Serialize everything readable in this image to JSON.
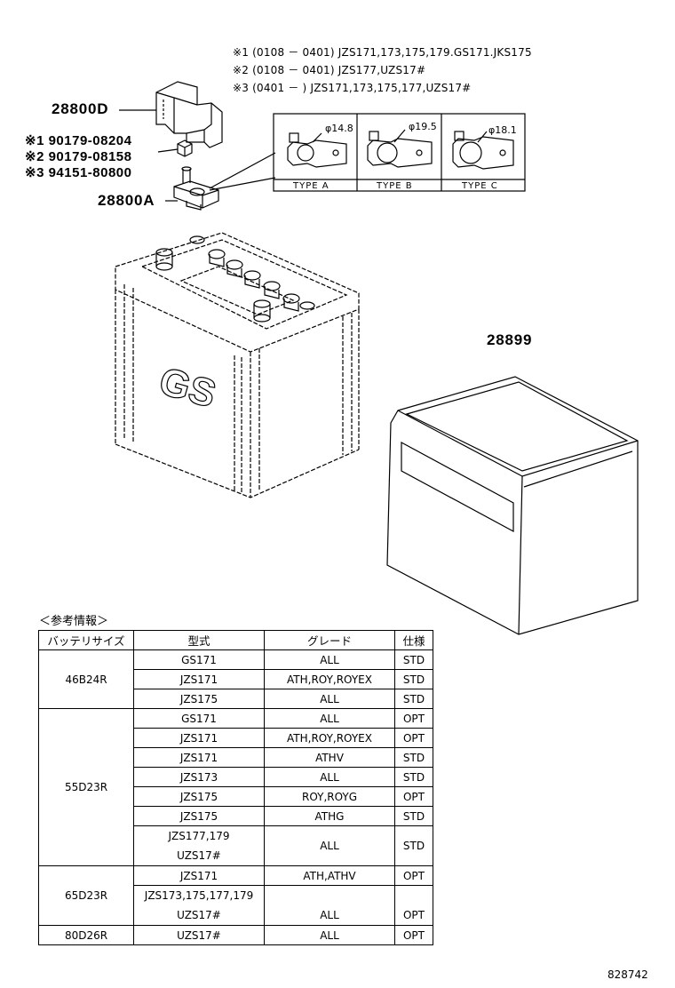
{
  "notes": [
    "※1 (0108 － 0401) JZS171,173,175,179.GS171.JKS175",
    "※2 (0108 － 0401) JZS177,UZS17#",
    "※3 (0401 －     ) JZS171,173,175,177,UZS17#"
  ],
  "parts": {
    "p28800D": "28800D",
    "p28800A": "28800A",
    "p28899": "28899",
    "bolt1": "※1  90179-08204",
    "bolt2": "※2  90179-08158",
    "bolt3": "※3  94151-80800"
  },
  "terminal_types": [
    {
      "label": "TYPE A",
      "diameter": "φ14.8"
    },
    {
      "label": "TYPE B",
      "diameter": "φ19.5"
    },
    {
      "label": "TYPE C",
      "diameter": "φ18.1"
    }
  ],
  "battery_logo": "GS",
  "reference": {
    "caption": "＜参考情報＞",
    "headers": [
      "バッテリサイズ",
      "型式",
      "グレード",
      "仕様"
    ],
    "groups": [
      {
        "size": "46B24R",
        "rows": [
          {
            "model": "GS171",
            "grade": "ALL",
            "spec": "STD"
          },
          {
            "model": "JZS171",
            "grade": "ATH,ROY,ROYEX",
            "spec": "STD"
          },
          {
            "model": "JZS175",
            "grade": "ALL",
            "spec": "STD"
          }
        ]
      },
      {
        "size": "55D23R",
        "rows": [
          {
            "model": "GS171",
            "grade": "ALL",
            "spec": "OPT"
          },
          {
            "model": "JZS171",
            "grade": "ATH,ROY,ROYEX",
            "spec": "OPT"
          },
          {
            "model": "JZS171",
            "grade": "ATHV",
            "spec": "STD"
          },
          {
            "model": "JZS173",
            "grade": "ALL",
            "spec": "STD"
          },
          {
            "model": "JZS175",
            "grade": "ROY,ROYG",
            "spec": "OPT"
          },
          {
            "model": "JZS175",
            "grade": "ATHG",
            "spec": "STD"
          },
          {
            "model": "JZS177,179",
            "model2": "UZS17#",
            "grade": "ALL",
            "spec": "STD"
          }
        ]
      },
      {
        "size": "65D23R",
        "rows": [
          {
            "model": "JZS171",
            "grade": "ATH,ATHV",
            "spec": "OPT"
          },
          {
            "model": "JZS173,175,177,179",
            "model2": "UZS17#",
            "grade": "ALL",
            "spec": "OPT"
          }
        ]
      },
      {
        "size": "80D26R",
        "rows": [
          {
            "model": "UZS17#",
            "grade": "ALL",
            "spec": "OPT"
          }
        ]
      }
    ]
  },
  "figure_id": "828742"
}
